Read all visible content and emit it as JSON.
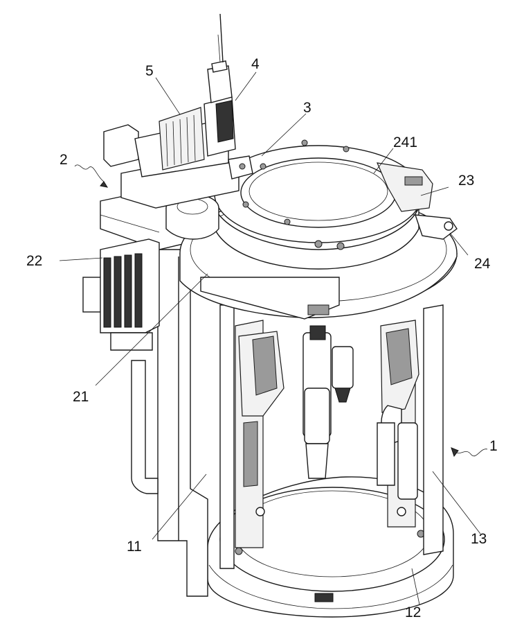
{
  "labels": {
    "l1": "1",
    "l2": "2",
    "l3": "3",
    "l4": "4",
    "l5": "5",
    "l11": "11",
    "l12": "12",
    "l13": "13",
    "l21": "21",
    "l22": "22",
    "l23": "23",
    "l24": "24",
    "l241": "241"
  }
}
